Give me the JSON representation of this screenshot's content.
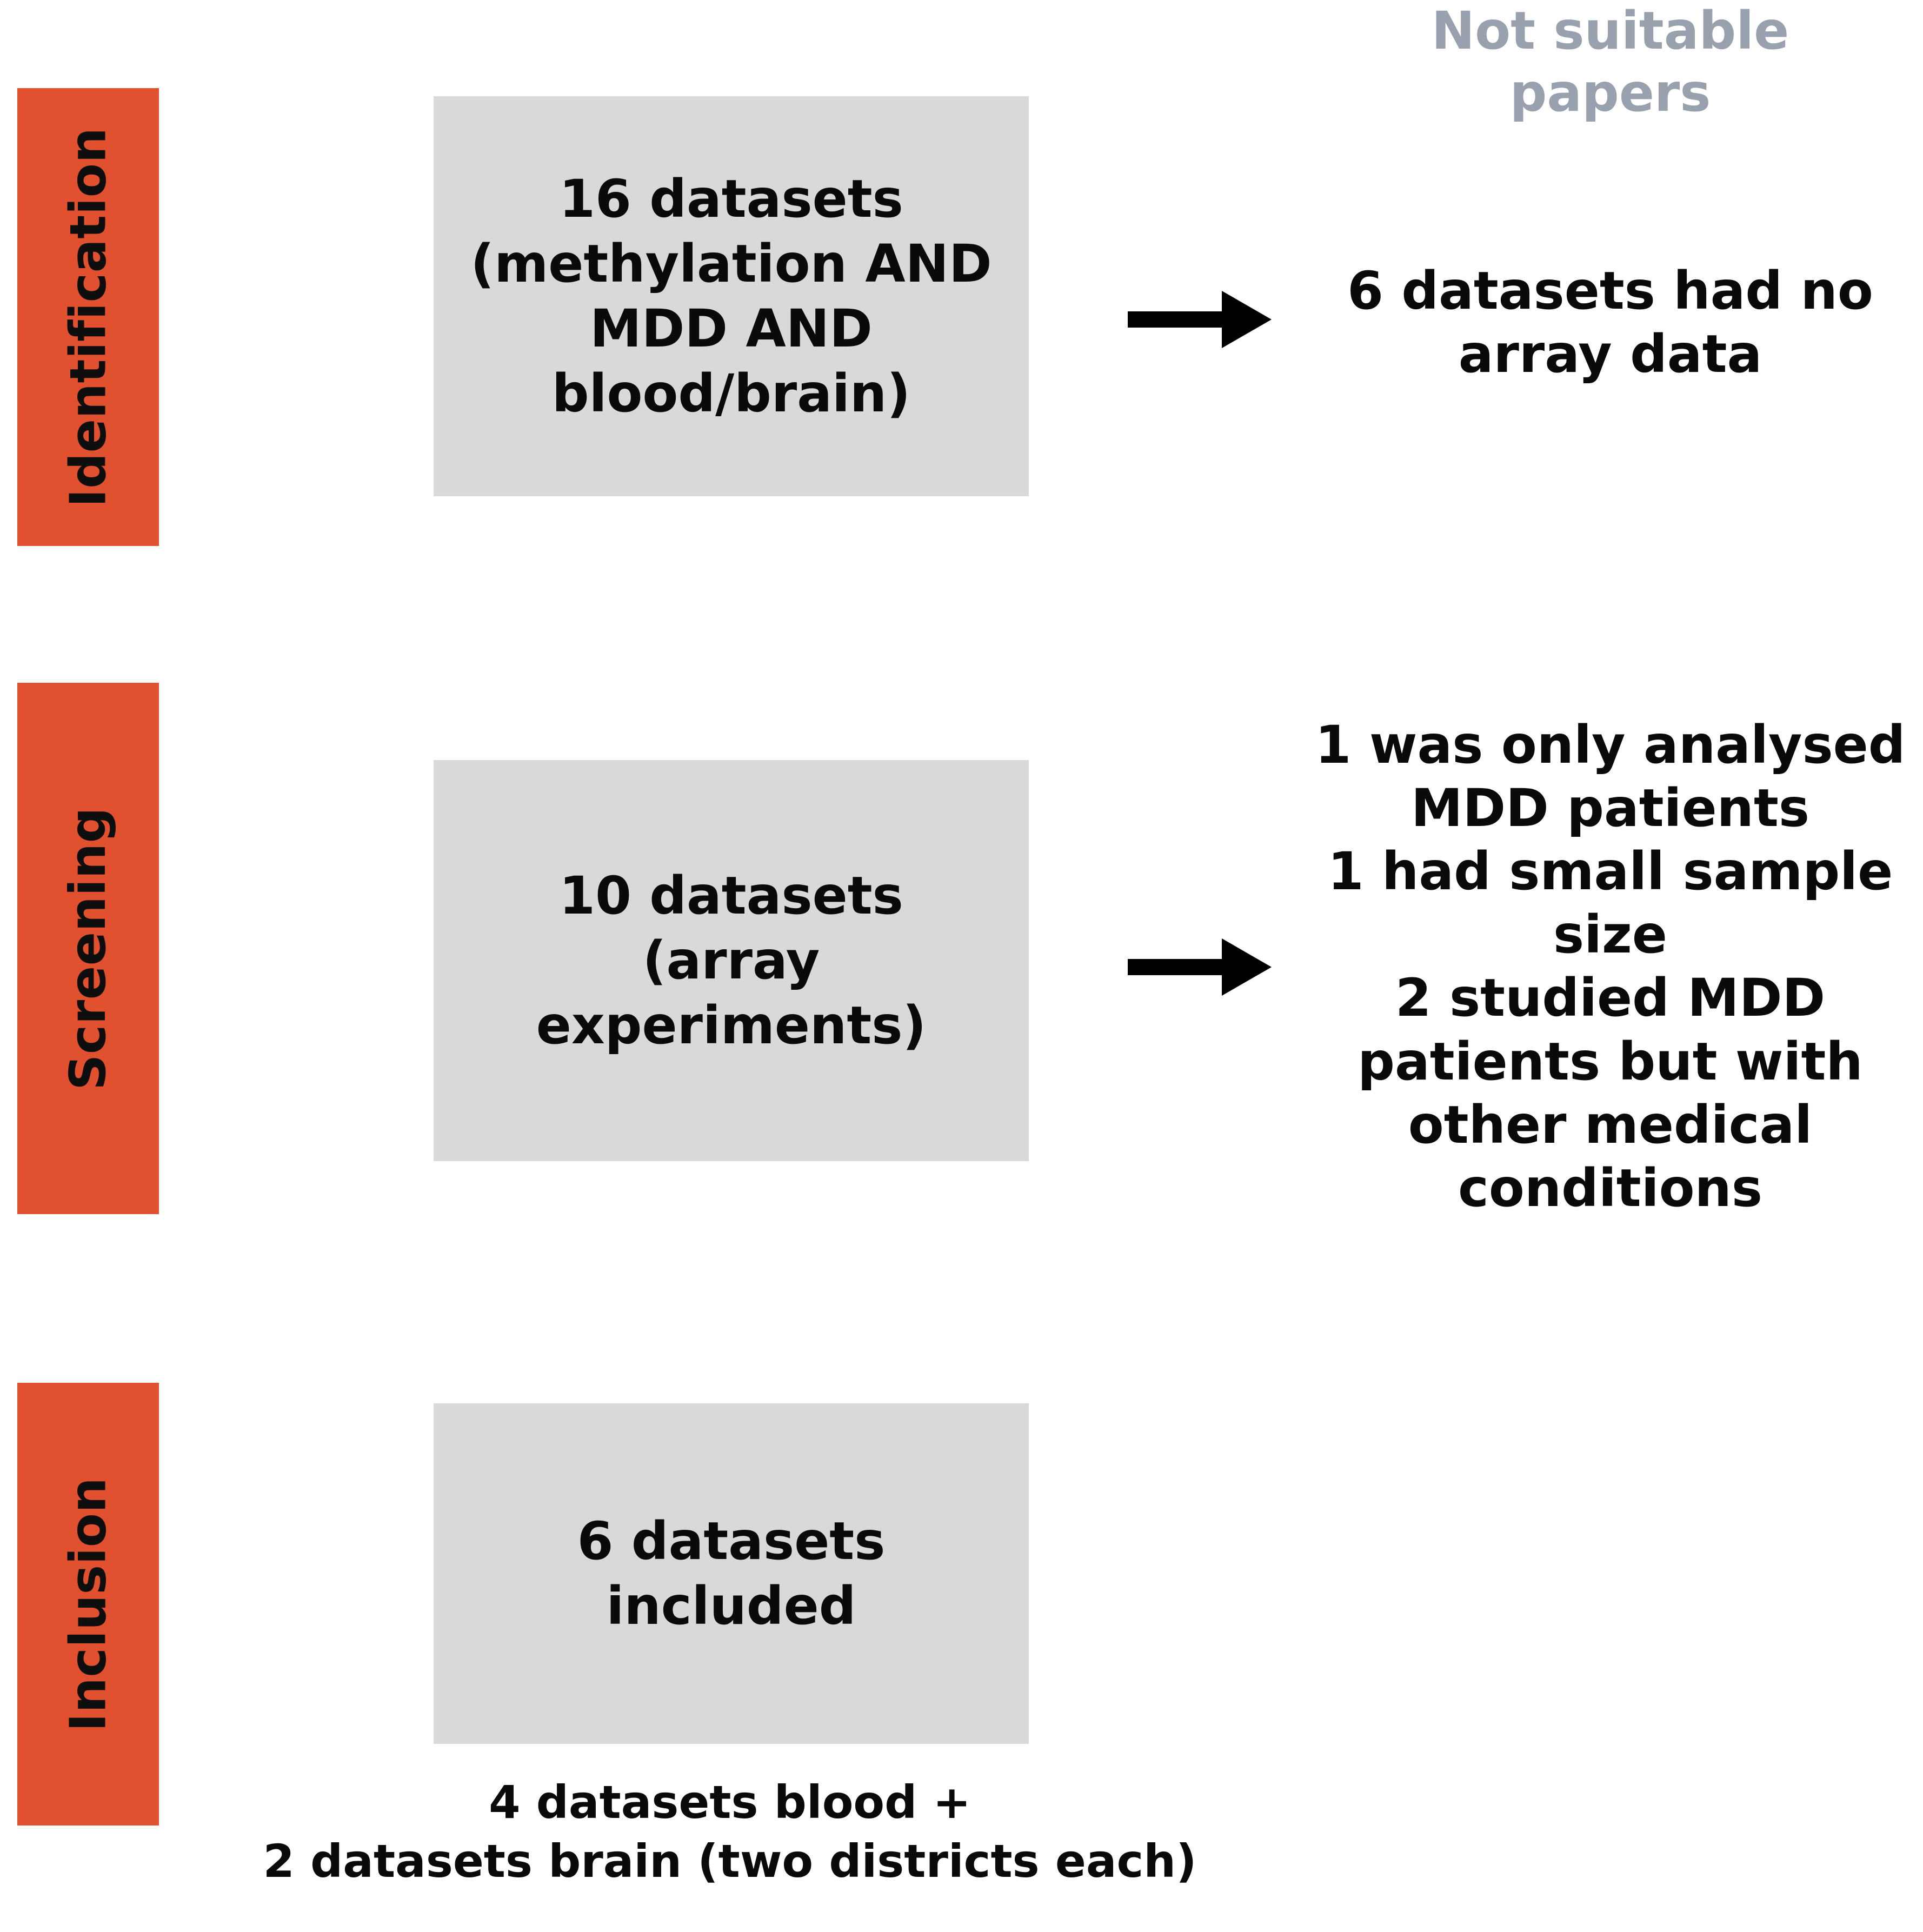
{
  "diagram": {
    "title": "PRISMA dataset selection flow",
    "colors": {
      "stage_bar": "#E2512F",
      "flow_box": "#D9D9D9",
      "heading_gray": "#9AA1AE",
      "text_black": "#0A0A0A",
      "background": "#FFFFFF"
    },
    "stages": [
      {
        "id": "identification",
        "label": "Identification",
        "box_text": "16 datasets\n(methylation AND\nMDD AND\nblood/brain)",
        "exclusion_text": "6 datasets had no\narray data",
        "has_arrow": true
      },
      {
        "id": "screening",
        "label": "Screening",
        "box_text": "10  datasets\n(array experiments)",
        "exclusion_text": "1 was only analysed\nMDD patients\n1 had small sample\nsize\n2 studied MDD\npatients but with\nother medical\nconditions",
        "has_arrow": true
      },
      {
        "id": "inclusion",
        "label": "Inclusion",
        "box_text": "6 datasets\nincluded",
        "exclusion_text": "",
        "has_arrow": false
      }
    ],
    "exclusion_column_heading": "Not suitable\npapers",
    "inclusion_footnote": "4 datasets blood +\n2 datasets brain (two districts each)",
    "arrow_icon_name": "right-arrow-icon"
  }
}
